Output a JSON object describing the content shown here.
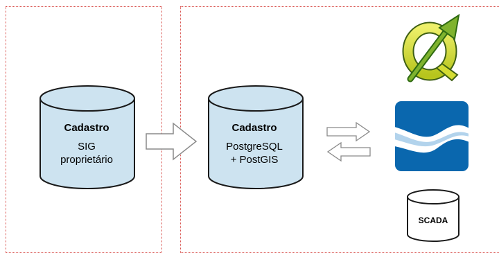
{
  "left_database": {
    "title": "Cadastro",
    "line1": "SIG",
    "line2": "proprietário"
  },
  "middle_database": {
    "title": "Cadastro",
    "line1": "PostgreSQL",
    "line2": "+ PostGIS"
  },
  "scada_database": {
    "label": "SCADA"
  },
  "icons": [
    "qgis-logo-icon",
    "water-wave-logo-icon",
    "migration-arrow-icon",
    "sync-arrows-icon"
  ],
  "colors": {
    "cylinder_fill": "#cde3f0",
    "cylinder_stroke": "#1a1a1a",
    "panel_border": "#d9534f",
    "logo_blue": "#0a67ae",
    "qgis_green": "#7fb32e",
    "qgis_yellow": "#e8e23a"
  }
}
